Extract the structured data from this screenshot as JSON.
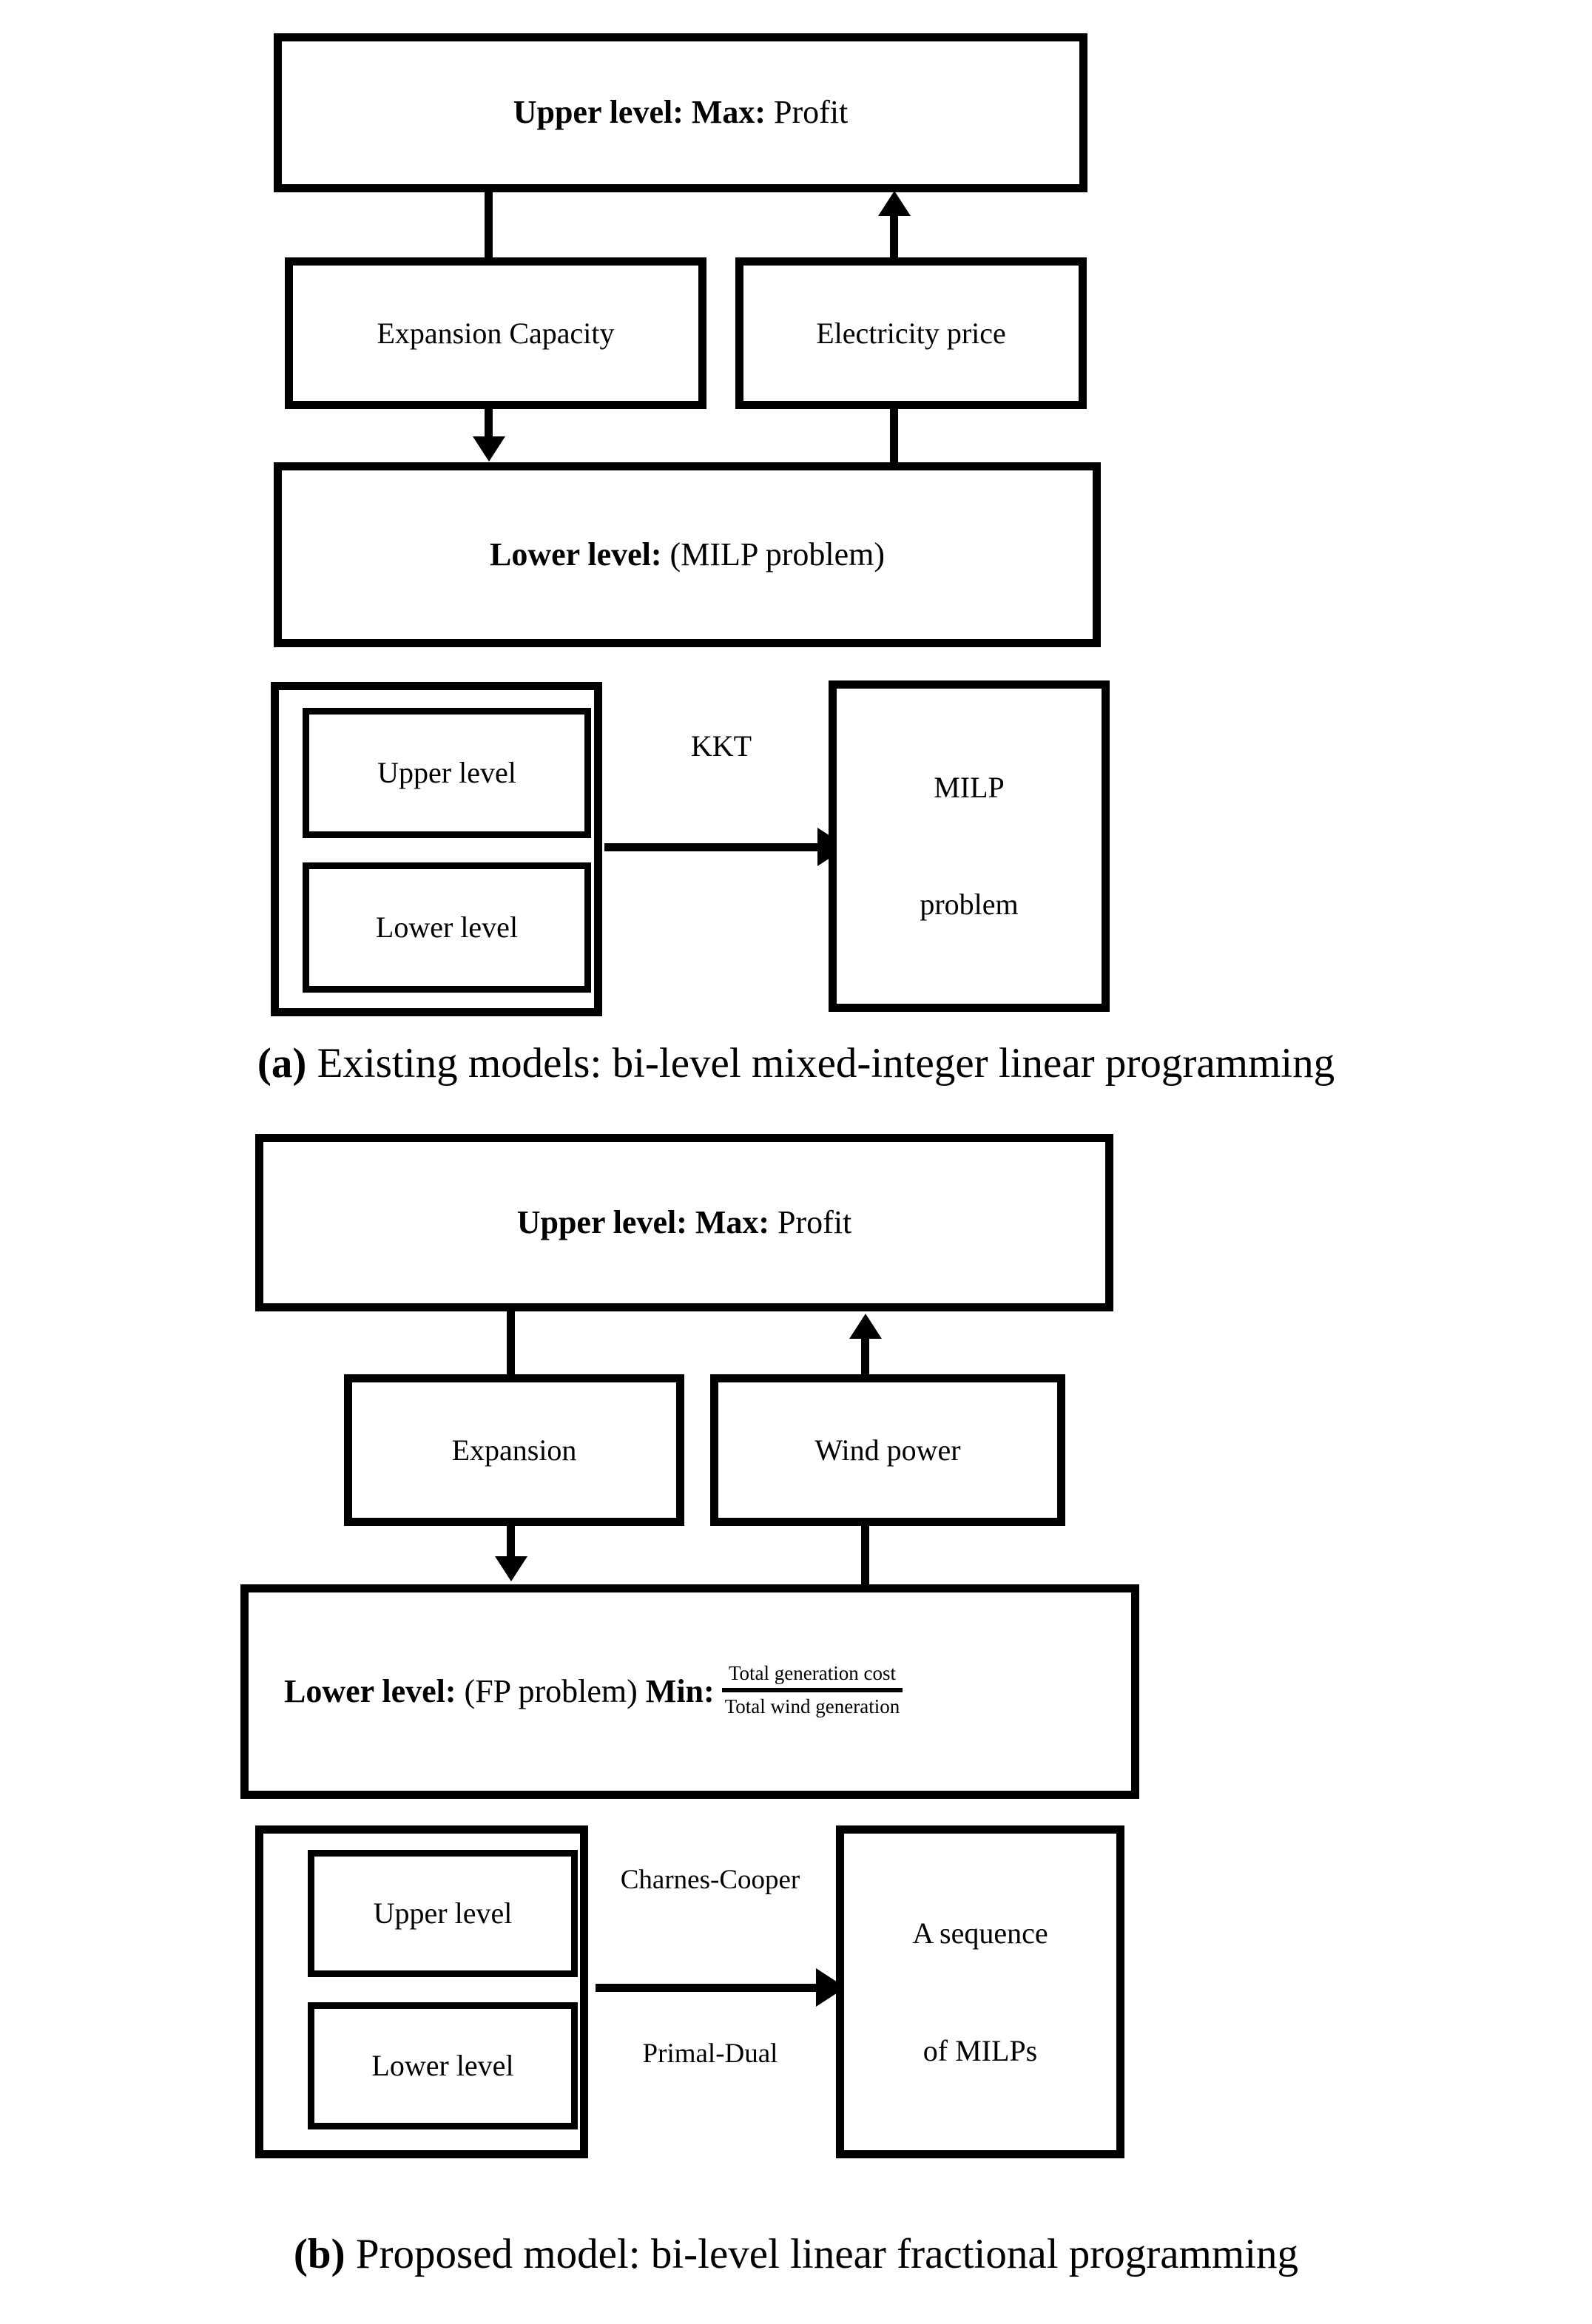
{
  "figure": {
    "panels": [
      {
        "id": "a",
        "caption_marker": "(a)",
        "caption_text": " Existing models: bi-level mixed-integer linear programming",
        "boxes": {
          "upper_level": {
            "bold": "Upper level: Max:",
            "rest": " Profit"
          },
          "decision_left": "Expansion Capacity",
          "decision_right": "Electricity price",
          "lower_level": {
            "bold": "Lower level:",
            "rest": " (MILP problem)"
          },
          "group_upper": "Upper level",
          "group_lower": "Lower level",
          "transform_label": "KKT",
          "result_line1": "MILP",
          "result_line2": "problem"
        }
      },
      {
        "id": "b",
        "caption_marker": "(b)",
        "caption_text": " Proposed model: bi-level linear fractional programming",
        "boxes": {
          "upper_level": {
            "bold": "Upper level: Max:",
            "rest": " Profit"
          },
          "decision_left": "Expansion",
          "decision_right": "Wind power",
          "lower_level": {
            "bold1": "Lower level:",
            "mid": " (FP problem) ",
            "bold2": "Min:",
            "numerator": "Total generation cost",
            "denominator": "Total wind generation"
          },
          "group_upper": "Upper level",
          "group_lower": "Lower level",
          "transform_label_top": "Charnes-Cooper",
          "transform_label_bottom": "Primal-Dual",
          "result_line1": "A sequence",
          "result_line2": "of MILPs"
        }
      }
    ]
  },
  "style": {
    "stroke_color": "#000000",
    "fill_color": "#ffffff"
  }
}
